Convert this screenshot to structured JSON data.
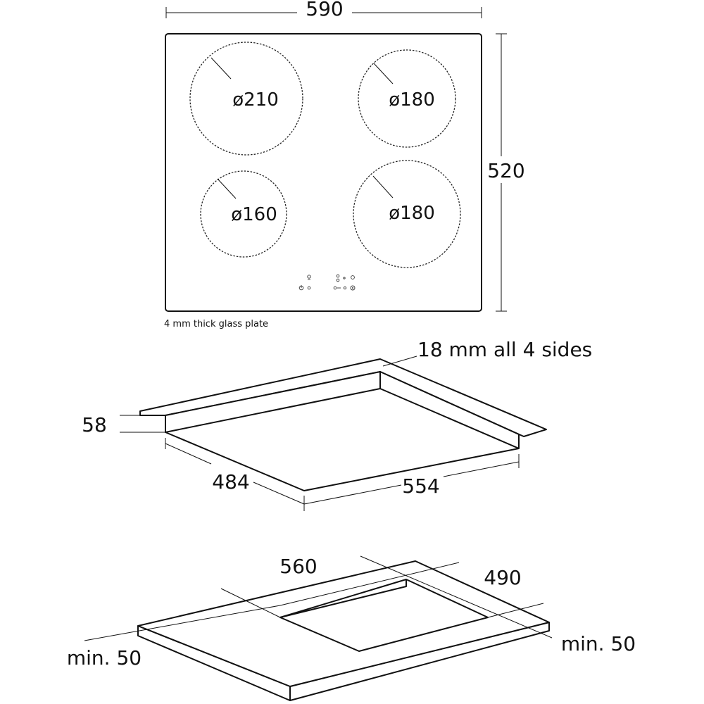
{
  "top_view": {
    "width_label": "590",
    "height_label": "520",
    "glass_note": "4 mm thick glass plate",
    "zones": [
      {
        "label": "ø210",
        "diameter_mm": 210
      },
      {
        "label": "ø180",
        "diameter_mm": 180
      },
      {
        "label": "ø160",
        "diameter_mm": 160
      },
      {
        "label": "ø180",
        "diameter_mm": 180
      }
    ]
  },
  "side_view": {
    "overlap_label": "18 mm all 4 sides",
    "depth_label": "58",
    "body_depth_label": "484",
    "body_width_label": "554"
  },
  "cutout_view": {
    "width_label": "560",
    "depth_label": "490",
    "left_clearance_label": "min. 50",
    "right_clearance_label": "min. 50"
  }
}
